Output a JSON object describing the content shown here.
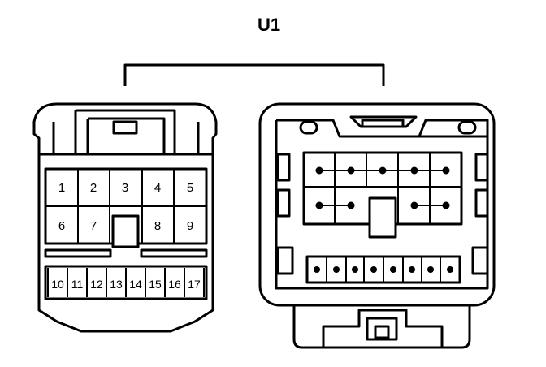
{
  "diagram": {
    "title": "U1",
    "left_connector": {
      "top_row": [
        "1",
        "2",
        "3",
        "4",
        "5"
      ],
      "mid_row": [
        "6",
        "7",
        "8",
        "9"
      ],
      "bottom_row": [
        "10",
        "11",
        "12",
        "13",
        "14",
        "15",
        "16",
        "17"
      ]
    },
    "right_connector": {
      "top_row_pins": 5,
      "mid_row_pins": 4,
      "bottom_row_pins": 8
    }
  }
}
